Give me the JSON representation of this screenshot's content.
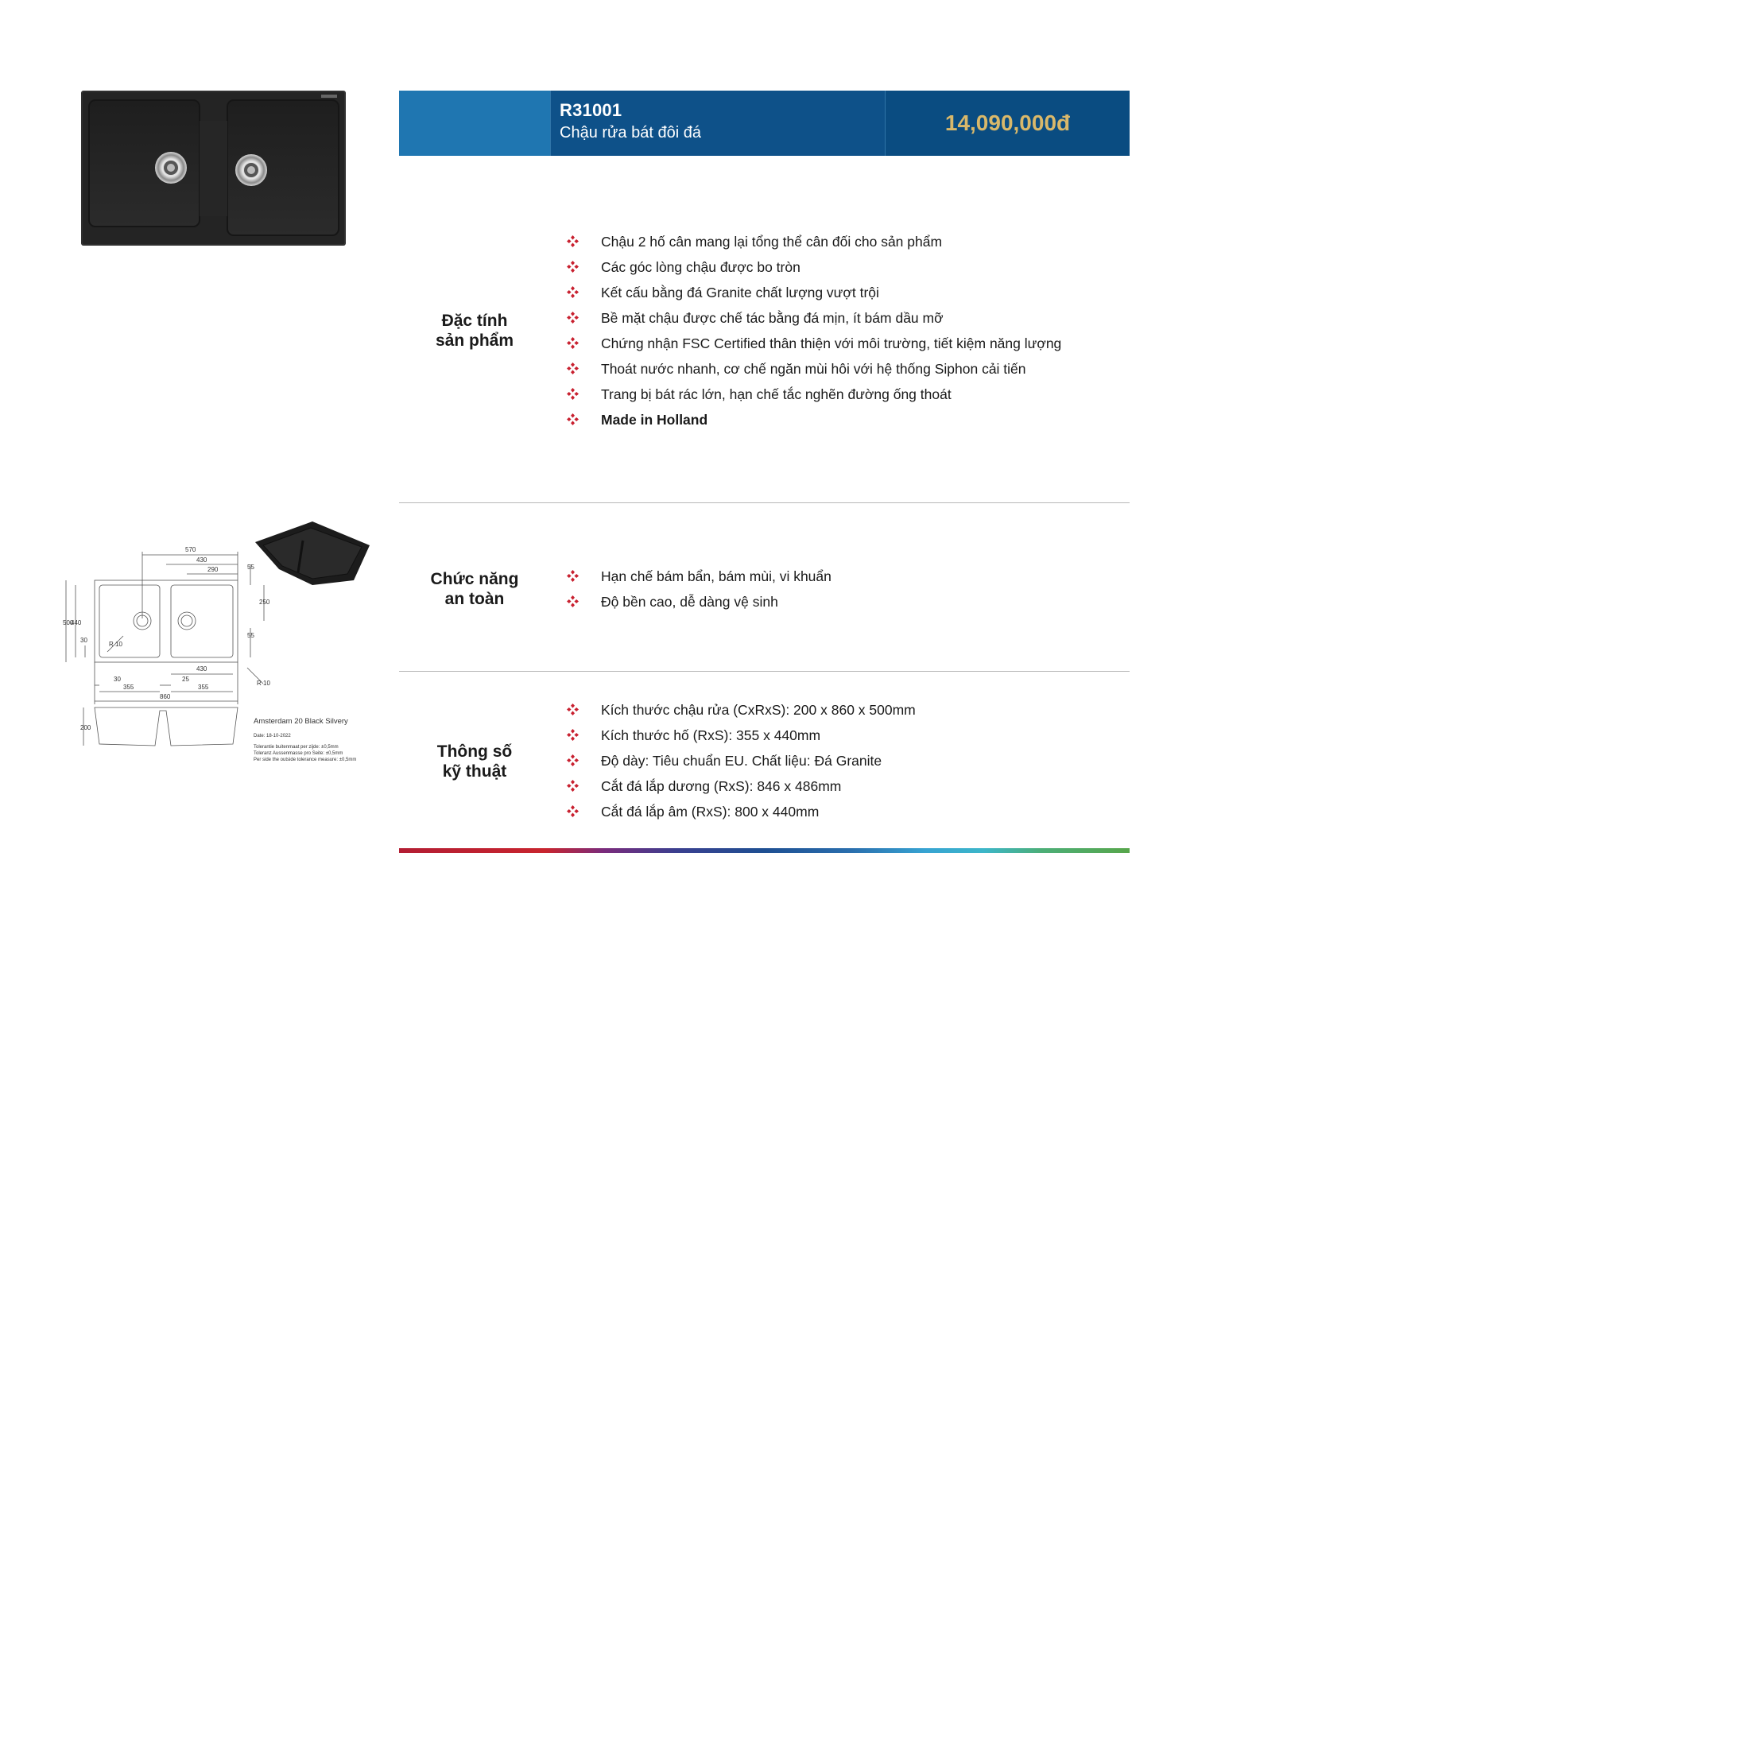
{
  "product": {
    "code": "R31001",
    "name": "Chậu rửa bát đôi đá",
    "price": "14,090,000đ"
  },
  "colors": {
    "header_light_blue": "#1f76b1",
    "header_dark_blue": "#0e5189",
    "price_gold": "#d9b86a",
    "bullet_red": "#c8202f"
  },
  "bullet_icon": "four-diamond-bullet",
  "features": {
    "label_line1": "Đặc tính",
    "label_line2": "sản phẩm",
    "items": [
      "Chậu 2 hố cân mang lại tổng thể cân đối cho sản phẩm",
      "Các góc lòng chậu được bo tròn",
      "Kết cấu bằng đá Granite chất lượng vượt trội",
      "Bề mặt chậu được chế tác bằng đá mịn, ít bám dầu mỡ",
      "Chứng nhận FSC Certified thân thiện với môi trường, tiết kiệm năng lượng",
      "Thoát nước nhanh, cơ chế ngăn mùi hôi với hệ thống Siphon cải tiến",
      "Trang bị bát rác lớn, hạn chế tắc nghẽn đường ống thoát",
      "Made in Holland"
    ]
  },
  "safety": {
    "label_line1": "Chức năng",
    "label_line2": "an toàn",
    "items": [
      "Hạn chế bám bẩn, bám mùi, vi khuẩn",
      "Độ bền cao, dễ dàng vệ sinh"
    ]
  },
  "specs": {
    "label_line1": "Thông số",
    "label_line2": "kỹ thuật",
    "items": [
      "Kích thước chậu rửa (CxRxS): 200 x 860 x 500mm",
      "Kích thước hố (RxS): 355 x 440mm",
      "Độ dày: Tiêu chuẩn EU. Chất liệu: Đá Granite",
      "Cắt đá lắp dương (RxS): 846 x 486mm",
      "Cắt đá lắp âm (RxS): 800 x 440mm"
    ]
  },
  "drawing": {
    "model": "Amsterdam 20 Black Silvery",
    "date": "Date: 18-10-2022",
    "tol1": "Tolerantie buitenmaat per zijde: ±0,5mm",
    "tol2": "Toleranz Aussenmasse pro Seite: ±0,5mm",
    "tol3": "Per side the outside tolerance measure: ±0,5mm",
    "dims": {
      "d570": "570",
      "d430": "430",
      "d290": "290",
      "d55a": "55",
      "d250": "250",
      "d55b": "55",
      "d500": "500",
      "d440": "440",
      "d30": "30",
      "r10a": "R 10",
      "r10b": "R 10",
      "d430b": "430",
      "d30b": "30",
      "d355a": "355",
      "d25": "25",
      "d355b": "355",
      "d860": "860",
      "d200": "200"
    }
  }
}
